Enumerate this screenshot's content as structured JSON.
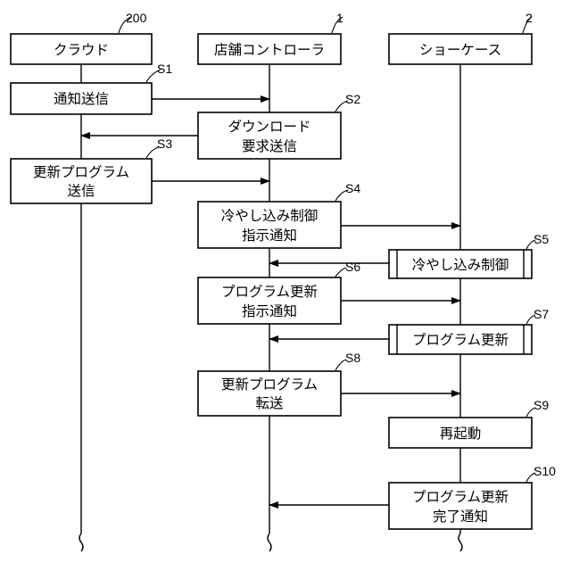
{
  "participants": [
    {
      "ref": "200",
      "label": "クラウド"
    },
    {
      "ref": "1",
      "label": "店舗コントローラ"
    },
    {
      "ref": "2",
      "label": "ショーケース"
    }
  ],
  "steps": [
    {
      "id": "S1",
      "lines": [
        "通知送信"
      ]
    },
    {
      "id": "S2",
      "lines": [
        "ダウンロード",
        "要求送信"
      ]
    },
    {
      "id": "S3",
      "lines": [
        "更新プログラム",
        "送信"
      ]
    },
    {
      "id": "S4",
      "lines": [
        "冷やし込み制御",
        "指示通知"
      ]
    },
    {
      "id": "S5",
      "lines": [
        "冷やし込み制御"
      ]
    },
    {
      "id": "S6",
      "lines": [
        "プログラム更新",
        "指示通知"
      ]
    },
    {
      "id": "S7",
      "lines": [
        "プログラム更新"
      ]
    },
    {
      "id": "S8",
      "lines": [
        "更新プログラム",
        "転送"
      ]
    },
    {
      "id": "S9",
      "lines": [
        "再起動"
      ]
    },
    {
      "id": "S10",
      "lines": [
        "プログラム更新",
        "完了通知"
      ]
    }
  ]
}
